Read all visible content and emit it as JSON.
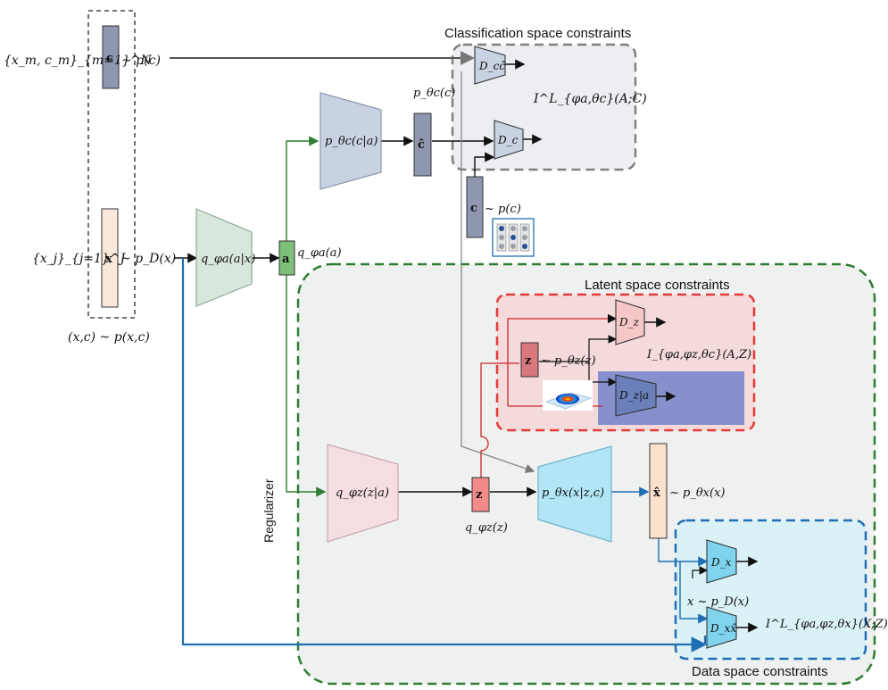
{
  "regions": {
    "classification_title": "Classification space constraints",
    "latent_title": "Latent space constraints",
    "data_title": "Data space constraints",
    "regularizer": "Regularizer"
  },
  "blocks": {
    "encoder_a": "q_φa(a|x)",
    "decoder_c": "p_θc(c|a)",
    "encoder_z": "q_φz(z|a)",
    "decoder_x": "p_θx(x|z,c)"
  },
  "vectors": {
    "c": "c",
    "c_hat": "ĉ",
    "x": "x",
    "a": "a",
    "z": "z",
    "x_hat": "x̂"
  },
  "discriminators": {
    "d_cchat": "D_cĉ",
    "d_c": "D_c",
    "d_z": "D_z",
    "d_z_a": "D_z|a",
    "d_x": "D_x",
    "d_xxhat": "D_xx̂"
  },
  "labels": {
    "paired_set": "{x_m, c_m}_{m=1}^N",
    "unpaired_set": "{x_j}_{j=1}^J",
    "joint": "(x,c) ~ p(x,c)",
    "p_c": "~ p(c)",
    "p_d_x": "~ p_D(x)",
    "q_a": "q_φa(a)",
    "p_theta_c": "p_θc(c)",
    "c_prior": "~ p(c)",
    "z_prior": "~ p_θz(z)",
    "q_z": "q_φz(z)",
    "x_hat_dist": "~ p_θx(x)",
    "x_real": "x ~ p_D(x)",
    "mi_ac": "I^L_{φa,θc}(A;C)",
    "mi_az": "I_{φa,φz,θc}(A,Z)",
    "mi_xz": "I^L_{φa,φz,θx}(X;Z)"
  },
  "colors": {
    "encoder_a": "#d8e7dc",
    "decoder_c": "#c9d2e2",
    "encoder_z": "#f5dde2",
    "decoder_x": "#b2e6f6",
    "green_line": "#2e7d32",
    "blue_line": "#1f6fb5"
  }
}
